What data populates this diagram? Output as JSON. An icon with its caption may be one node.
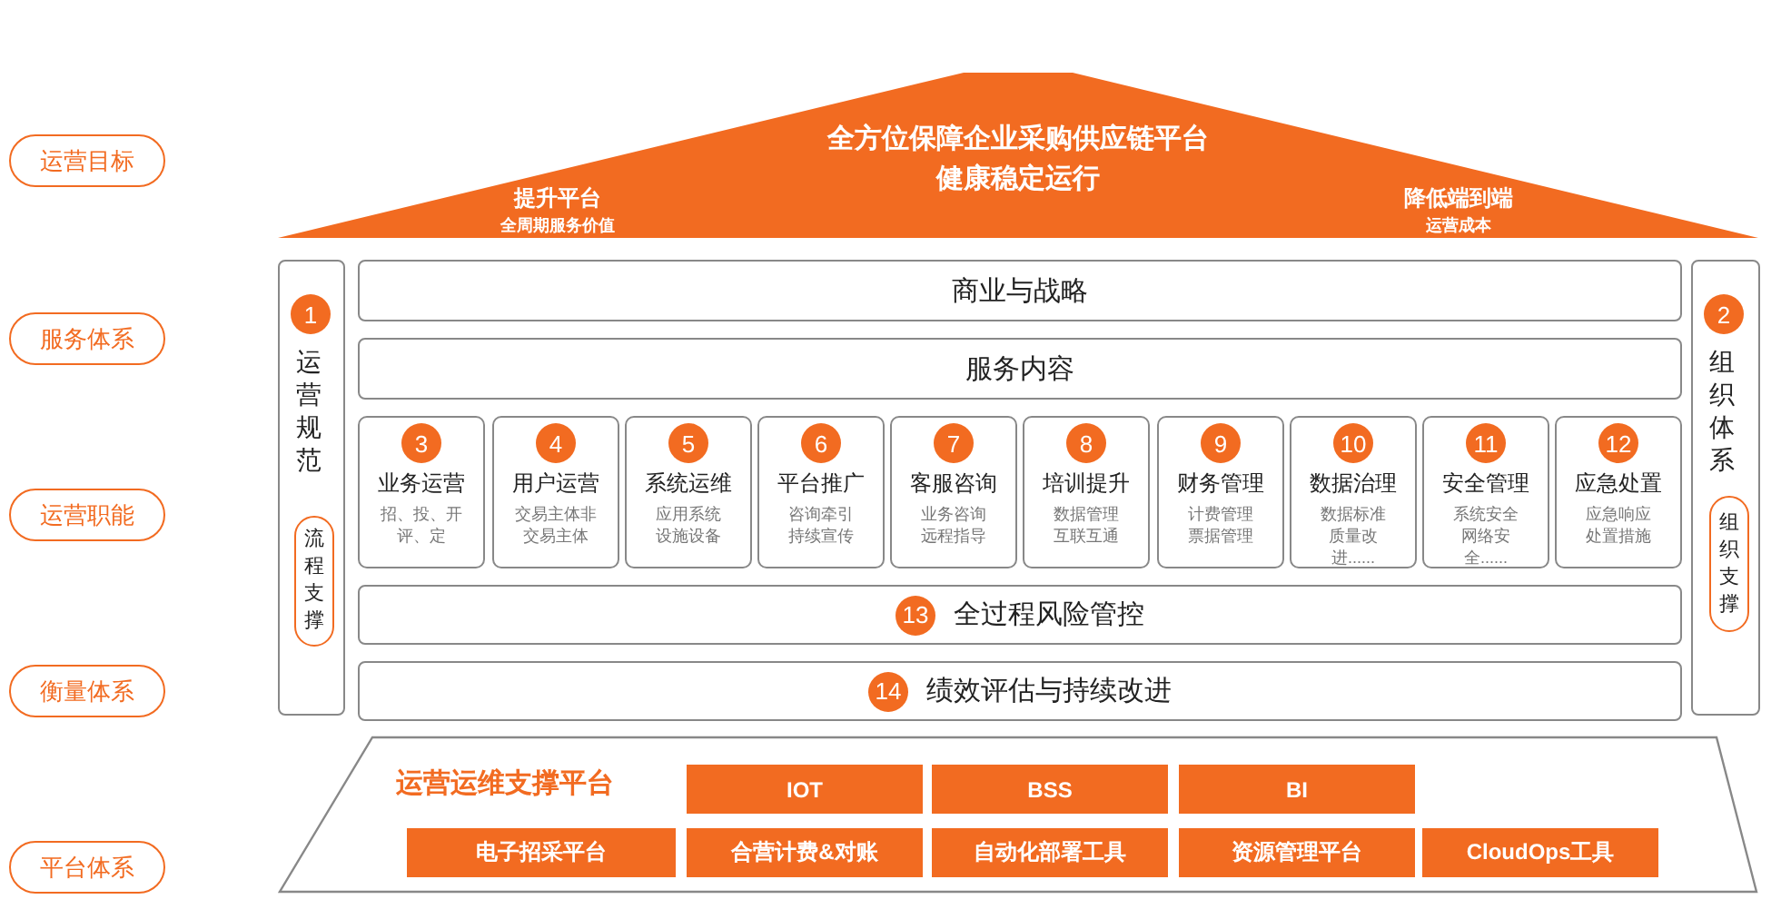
{
  "diagram": {
    "nodes": [
      {
        "text": [
          "运营目标"
        ]
      },
      {
        "text": [
          "服务体系"
        ]
      },
      {
        "text": [
          "运营职能"
        ]
      },
      {
        "text": [
          "衡量体系"
        ]
      },
      {
        "text": [
          "平台体系"
        ]
      },
      {
        "text": [
          "全方位保障企业采购供应链平台健康稳定运行",
          "提升平台",
          "全周期服务价值",
          "降低端到端",
          "运营成本"
        ]
      },
      {
        "text": [
          "1",
          "运营规范"
        ]
      },
      {
        "text": [
          "流程支撑"
        ],
        "in": 6
      },
      {
        "text": [
          "商业与战略"
        ]
      },
      {
        "text": [
          "服务内容"
        ]
      },
      {
        "text": [
          "3",
          "业务运营",
          "招、投、开评、定"
        ]
      },
      {
        "text": [
          "4",
          "用户运营",
          "交易主体非交易主体"
        ]
      },
      {
        "text": [
          "5",
          "系统运维",
          "应用系统设施设备"
        ]
      },
      {
        "text": [
          "6",
          "平台推广",
          "咨询牵引持续宣传"
        ]
      },
      {
        "text": [
          "7",
          "客服咨询",
          "业务咨询远程指导"
        ]
      },
      {
        "text": [
          "8",
          "培训提升",
          "数据管理互联互通"
        ]
      },
      {
        "text": [
          "9",
          "财务管理",
          "计费管理票据管理"
        ]
      },
      {
        "text": [
          "10",
          "数据治理",
          "数据标准质量改进......"
        ]
      },
      {
        "text": [
          "11",
          "安全管理",
          "系统安全网络安全......"
        ]
      },
      {
        "text": [
          "12",
          "应急处置",
          "应急响应处置措施"
        ]
      },
      {
        "text": [
          "13",
          "全过程风险管控"
        ]
      },
      {
        "text": [
          "14",
          "绩效评估与持续改进"
        ]
      },
      {
        "text": [
          "2",
          "组织体系"
        ]
      },
      {
        "text": [
          "组织支撑"
        ],
        "in": 22
      },
      {
        "text": [
          "运营运维支撑平台"
        ]
      },
      {
        "text": [
          "IOT"
        ],
        "in": 24
      },
      {
        "text": [
          "BSS"
        ],
        "in": 24
      },
      {
        "text": [
          "BI"
        ],
        "in": 24
      },
      {
        "text": [
          "电子招采平台"
        ],
        "in": 24
      },
      {
        "text": [
          "合营计费&对账"
        ],
        "in": 24
      },
      {
        "text": [
          "自动化部署工具"
        ],
        "in": 24
      },
      {
        "text": [
          "资源管理平台"
        ],
        "in": 24
      },
      {
        "text": [
          "CloudOps工具"
        ],
        "in": 24
      }
    ]
  }
}
